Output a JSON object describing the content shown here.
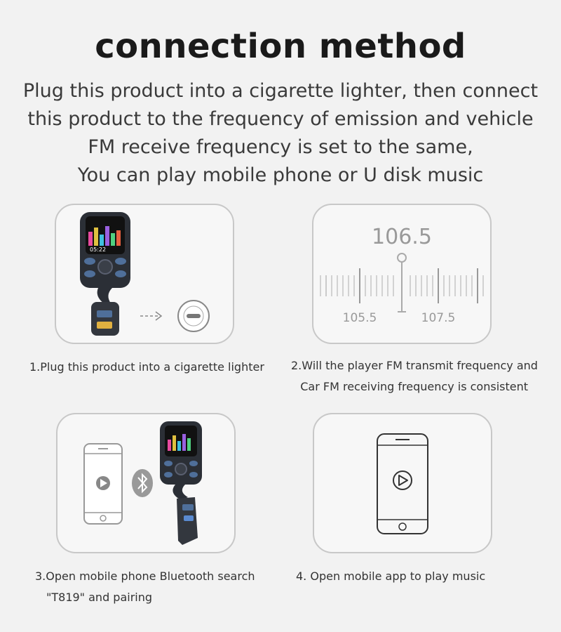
{
  "title": "connection method",
  "intro": [
    "Plug this product into a cigarette lighter, then connect",
    "this product to the frequency of emission and vehicle",
    "FM receive frequency is set to the same,",
    "You can play mobile phone or U disk music"
  ],
  "step1": {
    "caption": "1.Plug this product into a cigarette lighter",
    "screen_readout": "05:22",
    "icons": [
      "fm-transmitter-device",
      "arrow-icon",
      "cigarette-lighter-socket-icon"
    ]
  },
  "step2": {
    "caption_line1": "2.Will the player FM transmit frequency and",
    "caption_line2": "Car FM receiving frequency is consistent",
    "frequency": "106.5",
    "tick_left": "105.5",
    "tick_right": "107.5"
  },
  "step3": {
    "caption_line1": "3.Open mobile phone Bluetooth search",
    "caption_line2": "\"T819\" and pairing",
    "icons": [
      "phone-play-icon",
      "bluetooth-icon",
      "fm-transmitter-device"
    ]
  },
  "step4": {
    "caption": "4. Open mobile app to play music",
    "icons": [
      "phone-play-icon"
    ]
  },
  "colors": {
    "background": "#f2f2f2",
    "card_border": "#c8c8c8",
    "device_body": "#2b2f36",
    "button_blue": "#4f6f9a",
    "icon_gray": "#888888"
  }
}
